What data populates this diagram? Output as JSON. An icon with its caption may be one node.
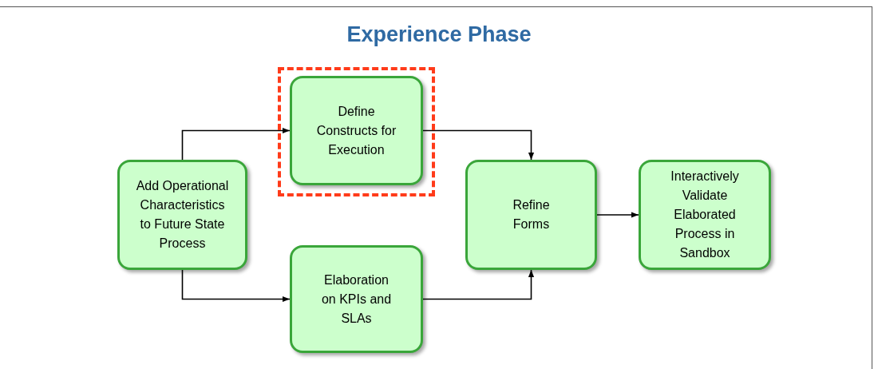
{
  "diagram": {
    "title": "Experience Phase",
    "nodes": [
      {
        "text": [
          "Add Operational Characteristics to Future State Process"
        ]
      },
      {
        "text": [],
        "shape": "box"
      },
      {
        "text": [
          "Define Constructs for Execution"
        ],
        "in": 1
      },
      {
        "text": [
          "Elaboration on KPIs and SLAs"
        ]
      },
      {
        "text": [
          "Refine Forms"
        ]
      },
      {
        "text": [
          "Interactively Validate Elaborated Process in Sandbox"
        ]
      }
    ],
    "edges": [
      {
        "from": 0,
        "to": 2,
        "arrow": "to"
      },
      {
        "from": 0,
        "to": 3,
        "arrow": "to"
      },
      {
        "from": 2,
        "to": 4,
        "arrow": "to"
      },
      {
        "from": 3,
        "to": 4,
        "arrow": "to"
      },
      {
        "from": 4,
        "to": 5,
        "arrow": "to"
      }
    ]
  }
}
